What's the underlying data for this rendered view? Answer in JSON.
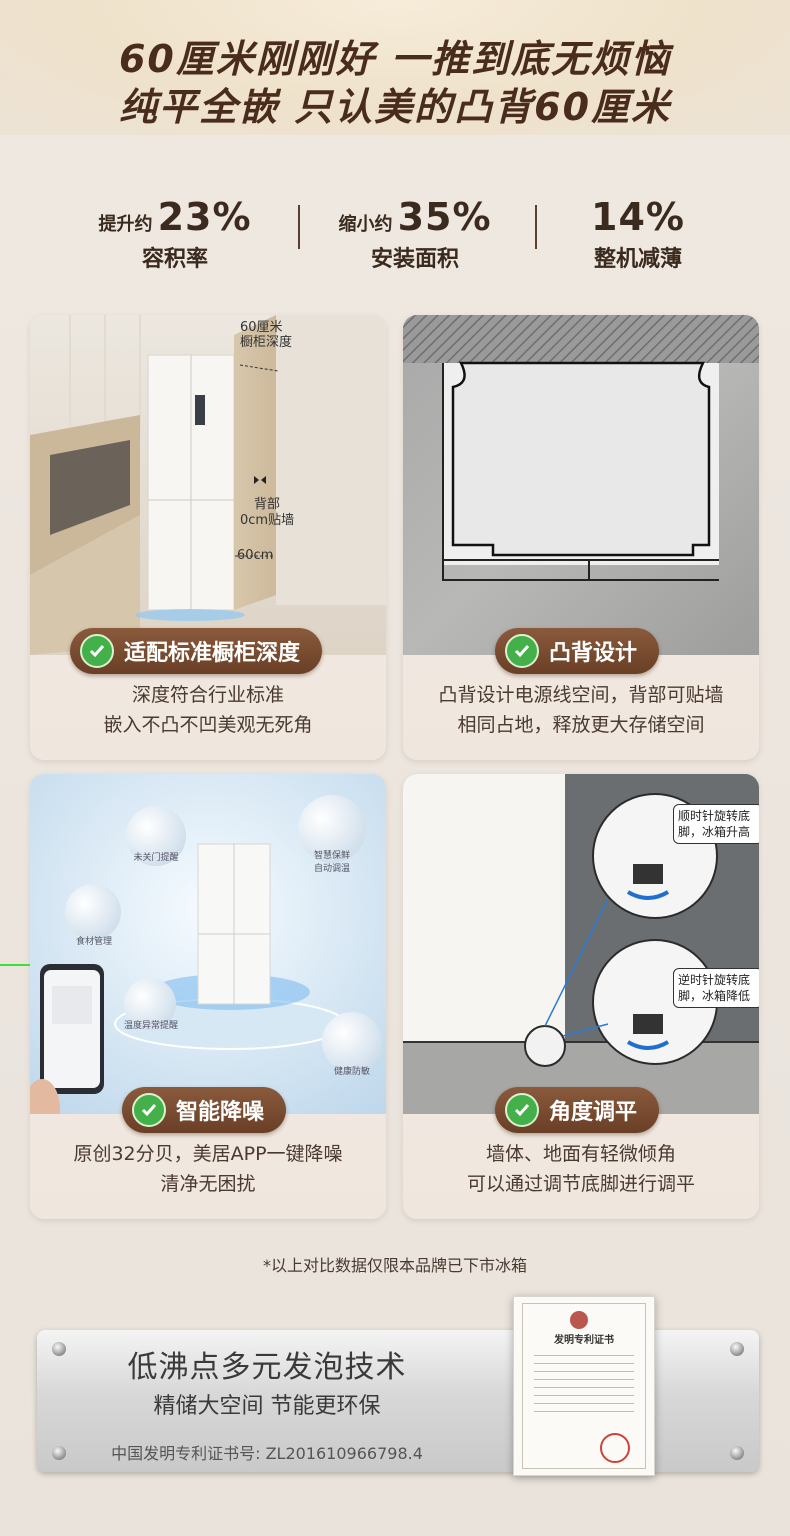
{
  "header": {
    "line1": "60厘米刚刚好 一推到底无烦恼",
    "line2": "纯平全嵌  只认美的凸背60厘米"
  },
  "stats": [
    {
      "prefix": "提升约",
      "value": "23%",
      "label": "容积率"
    },
    {
      "prefix": "缩小约",
      "value": "35%",
      "label": "安装面积"
    },
    {
      "prefix": "",
      "value": "14%",
      "label": "整机减薄"
    }
  ],
  "cards": [
    {
      "title": "适配标准橱柜深度",
      "caption1": "深度符合行业标准",
      "caption2": "嵌入不凸不凹美观无死角",
      "annotations": {
        "depth_a": "60厘米",
        "depth_b": "橱柜深度",
        "back_a": "背部",
        "back_b": "0cm贴墙",
        "width": "60cm"
      }
    },
    {
      "title": "凸背设计",
      "caption1": "凸背设计电源线空间，背部可贴墙",
      "caption2": "相同占地，释放更大存储空间"
    },
    {
      "title": "智能降噪",
      "caption1": "原创32分贝，美居APP一键降噪",
      "caption2": "清净无困扰",
      "bubbles": [
        "未关门提醒",
        "智慧保鲜\n自动调温",
        "食材管理",
        "温度异常提醒",
        "健康防敏"
      ]
    },
    {
      "title": "角度调平",
      "caption1": "墙体、地面有轻微倾角",
      "caption2": "可以通过调节底脚进行调平",
      "callouts": [
        "顺时针旋转底脚，冰箱升高",
        "逆时针旋转底脚，冰箱降低"
      ]
    }
  ],
  "footnote": "*以上对比数据仅限本品牌已下市冰箱",
  "plate": {
    "title": "低沸点多元发泡技术",
    "subtitle": "精储大空间 节能更环保",
    "patent": "中国发明专利证书号:  ZL201610966798.4"
  },
  "certificate": {
    "title": "发明专利证书"
  },
  "colors": {
    "accent": "#6a3f26",
    "check": "#43b04a",
    "text": "#3a2c22"
  }
}
